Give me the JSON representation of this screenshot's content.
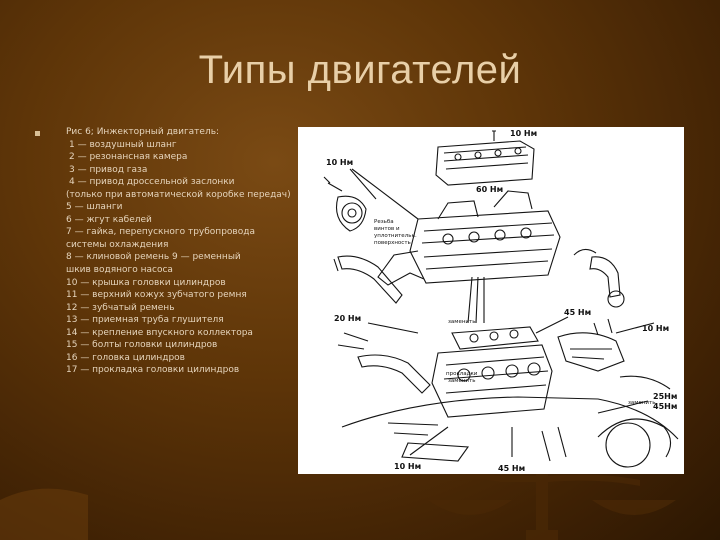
{
  "slide": {
    "title": "Типы двигателей",
    "caption_lines": [
      "Рис 6; Инжекторный двигатель:",
      "1 — воздушный шланг",
      "2 — резонансная камера",
      "3 — привод газа",
      "4 — привод дроссельной заслонки",
      "(только при автоматической коробке передач)",
      "5 — шланги",
      "6 — жгут кабелей",
      "7 — гайка, перепускного трубопровода",
      "системы охлаждения",
      "8 — клиновой ремень 9 — ременный",
      "шкив водяного насоса",
      "10 — крышка головки цилиндров",
      "11 — верхний кожух зубчатого ремня",
      "12 — зубчатый ремень",
      "13 — приемная труба глушителя",
      "14 — крепление впускного коллектора",
      "15 — болты головки цилиндров",
      "16 — головка цилиндров",
      "17 — прокладка головки цилиндров"
    ]
  },
  "figure": {
    "torque_labels": {
      "t1": "10 Нм",
      "t2": "10 Нм",
      "t3": "60 Нм",
      "t4": "20 Нм",
      "t5": "45 Нм",
      "t6": "10 Нм",
      "t7": "25Нм",
      "t8": "45Нм",
      "t9": "10 Нм",
      "t10": "45 Нм"
    },
    "small_labels": {
      "s1": "Резьба",
      "s2": "винтов и",
      "s3": "уплотнительн.",
      "s4": "поверхность",
      "s5": "заменить",
      "s6": "прокладки",
      "s7": "заменить",
      "s8": "заменить"
    }
  }
}
